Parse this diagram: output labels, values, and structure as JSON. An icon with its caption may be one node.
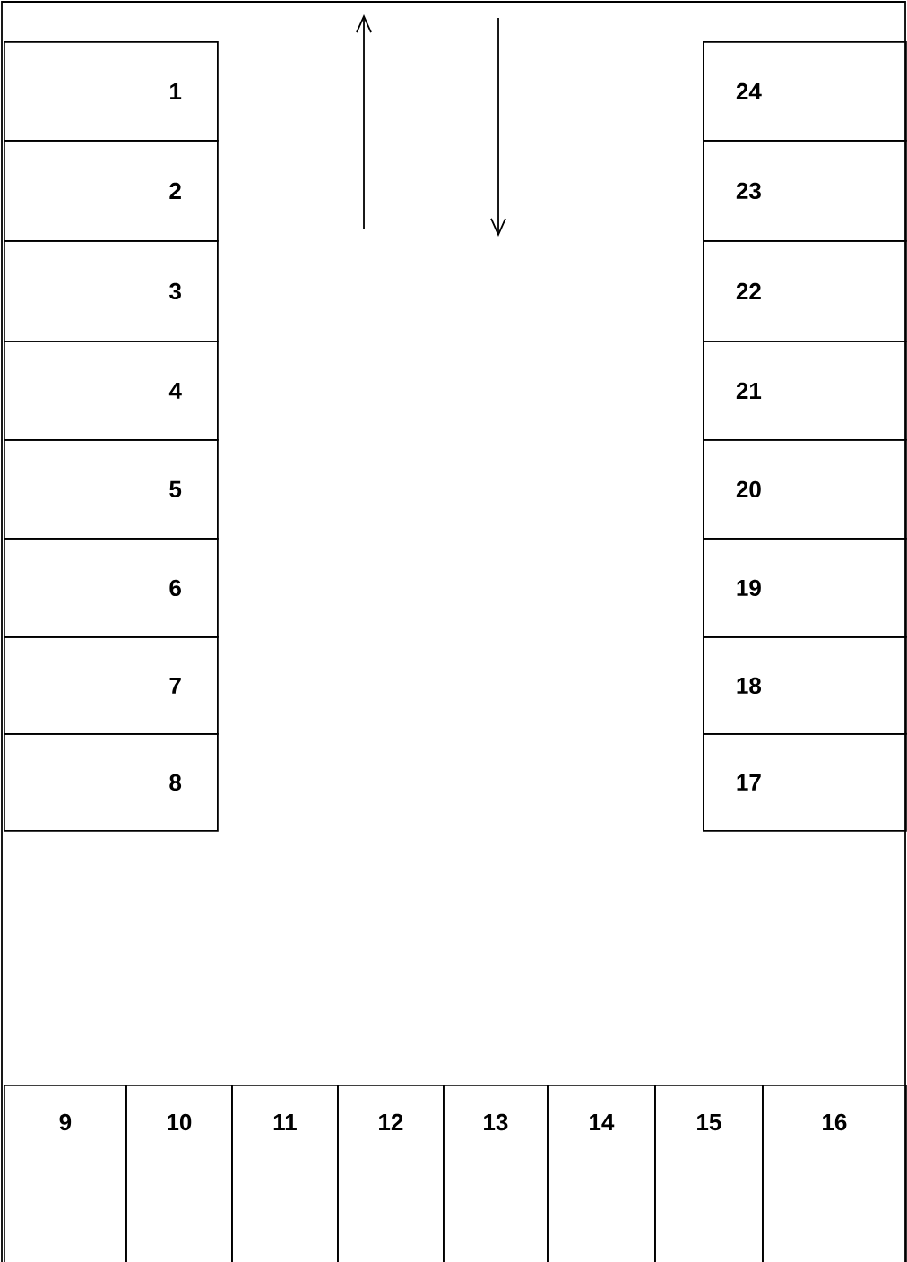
{
  "diagram": {
    "nodes": [
      {
        "text": [
          "1"
        ]
      },
      {
        "text": [
          "2"
        ]
      },
      {
        "text": [
          "3"
        ]
      },
      {
        "text": [
          "4"
        ]
      },
      {
        "text": [
          "5"
        ]
      },
      {
        "text": [
          "6"
        ]
      },
      {
        "text": [
          "7"
        ]
      },
      {
        "text": [
          "8"
        ]
      },
      {
        "text": [
          "9"
        ]
      },
      {
        "text": [
          "10"
        ]
      },
      {
        "text": [
          "11"
        ]
      },
      {
        "text": [
          "12"
        ]
      },
      {
        "text": [
          "13"
        ]
      },
      {
        "text": [
          "14"
        ]
      },
      {
        "text": [
          "15"
        ]
      },
      {
        "text": [
          "16"
        ]
      },
      {
        "text": [
          "17"
        ]
      },
      {
        "text": [
          "18"
        ]
      },
      {
        "text": [
          "19"
        ]
      },
      {
        "text": [
          "20"
        ]
      },
      {
        "text": [
          "21"
        ]
      },
      {
        "text": [
          "22"
        ]
      },
      {
        "text": [
          "23"
        ]
      },
      {
        "text": [
          "24"
        ]
      }
    ]
  }
}
